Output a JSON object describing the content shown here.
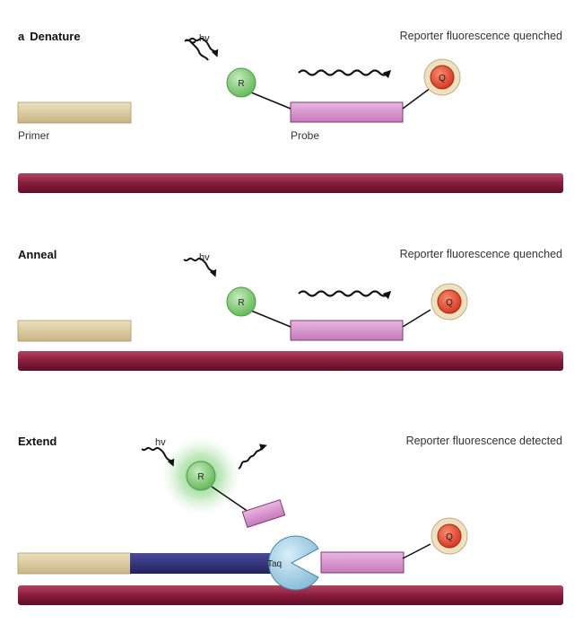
{
  "panels": [
    {
      "letter": "a",
      "title": "Denature",
      "status": "Reporter fluorescence quenched",
      "hv": "hv",
      "reporter": "R",
      "quencher": "Q",
      "primer_label": "Primer",
      "probe_label": "Probe"
    },
    {
      "title": "Anneal",
      "status": "Reporter fluorescence quenched",
      "hv": "hv",
      "reporter": "R",
      "quencher": "Q"
    },
    {
      "title": "Extend",
      "status": "Reporter fluorescence detected",
      "hv": "hv",
      "reporter": "R",
      "quencher": "Q",
      "enzyme": "Taq"
    }
  ],
  "colors": {
    "dna_strand": "#8a1d3e",
    "primer": "#dccca0",
    "probe": "#d991cd",
    "reporter": "#7fca72",
    "quencher": "#e3472e",
    "quencher_ring": "#efe0c0",
    "taq": "#a8d3e8",
    "extended_strand": "#2e2e78",
    "glow": "#4fbf4a"
  }
}
